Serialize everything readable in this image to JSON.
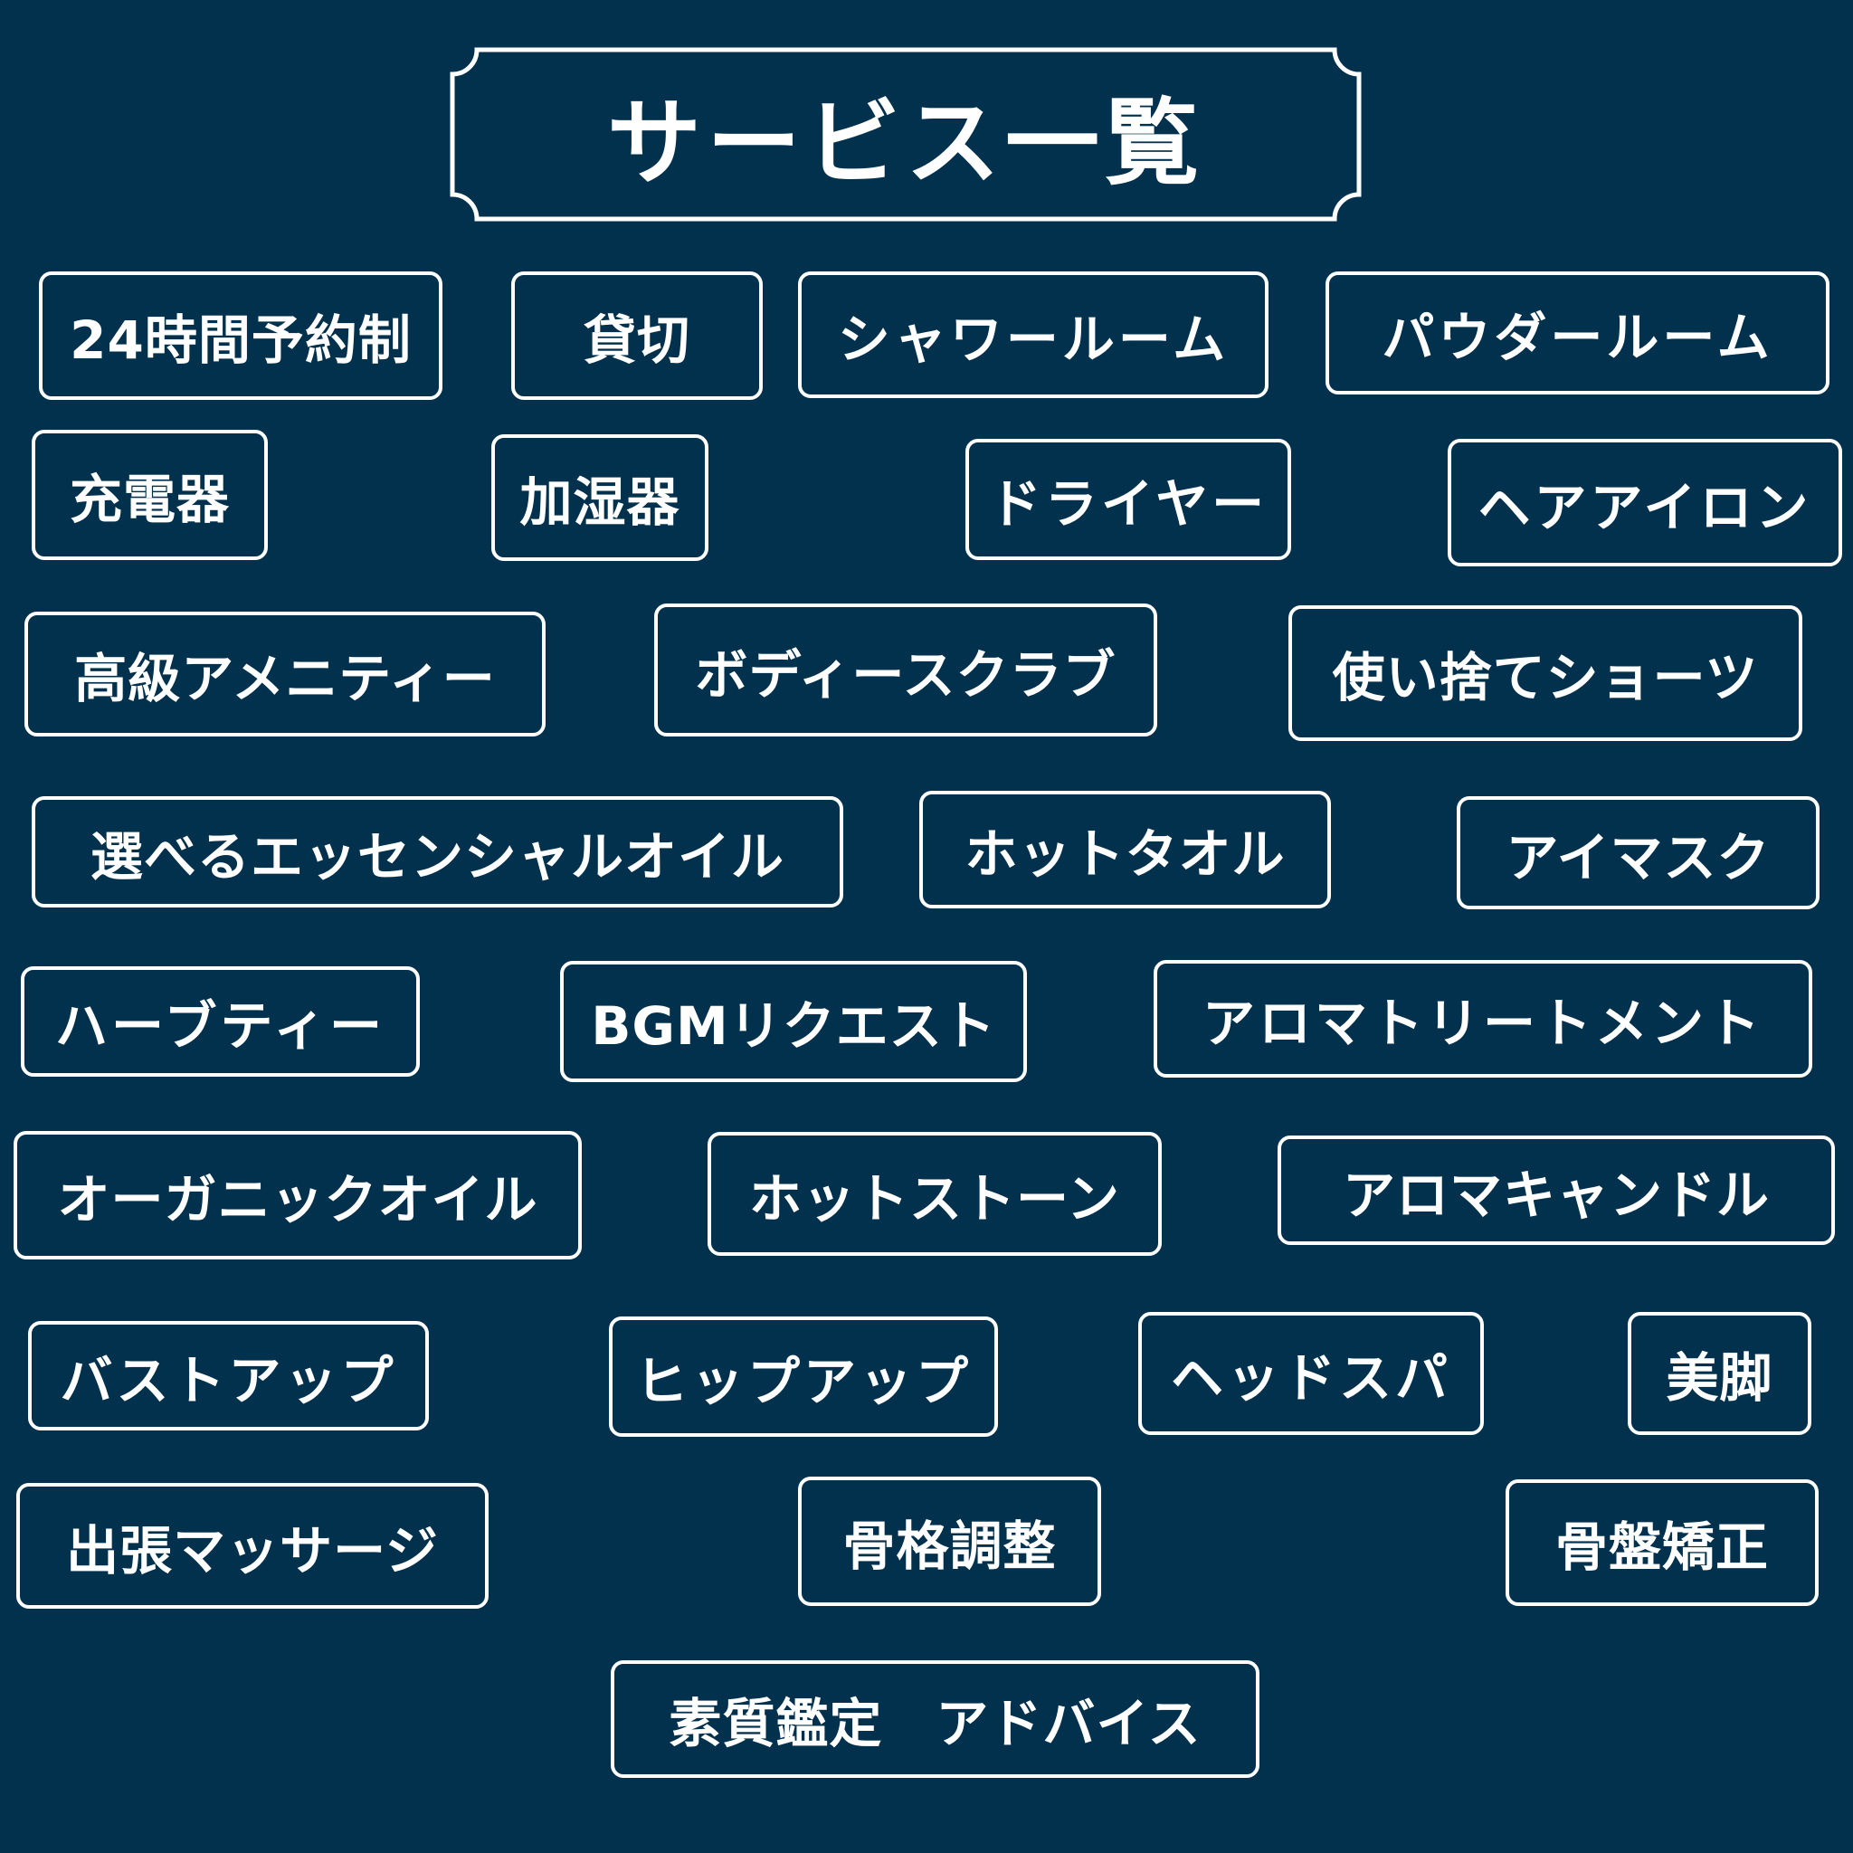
{
  "title": "サービス一覧",
  "services": [
    "24時間予約制",
    "貸切",
    "シャワールーム",
    "パウダールーム",
    "充電器",
    "加湿器",
    "ドライヤー",
    "ヘアアイロン",
    "高級アメニティー",
    "ボディースクラブ",
    "使い捨てショーツ",
    "選べるエッセンシャルオイル",
    "ホットタオル",
    "アイマスク",
    "ハーブティー",
    "BGMリクエスト",
    "アロマトリートメント",
    "オーガニックオイル",
    "ホットストーン",
    "アロマキャンドル",
    "バストアップ",
    "ヒップアップ",
    "ヘッドスパ",
    "美脚",
    "出張マッサージ",
    "骨格調整",
    "骨盤矯正",
    "素質鑑定　アドバイス"
  ],
  "colors": {
    "background": "#02314d",
    "border": "#ffffff",
    "text": "#ffffff"
  }
}
